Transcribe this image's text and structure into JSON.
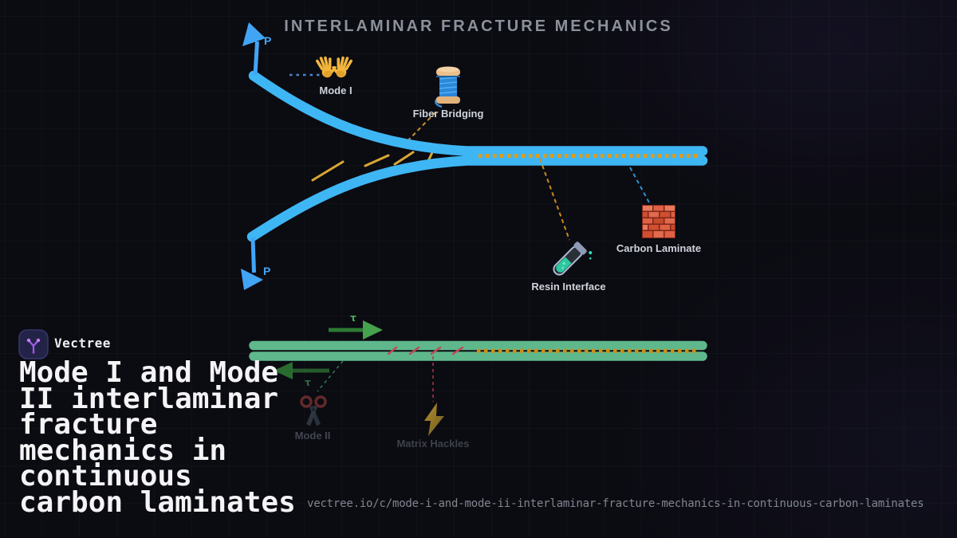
{
  "header": {
    "title": "INTERLAMINAR FRACTURE MECHANICS"
  },
  "mode1": {
    "load_label_top": "P",
    "load_label_bottom": "P",
    "mode_label": "Mode I",
    "fiber_bridging_label": "Fiber Bridging",
    "resin_interface_label": "Resin Interface",
    "carbon_laminate_label": "Carbon Laminate",
    "icons": [
      "open-hands-icon",
      "thread-spool-icon",
      "test-tube-icon",
      "brick-wall-icon"
    ]
  },
  "mode2": {
    "shear_label_top": "τ",
    "shear_label_bottom": "τ",
    "mode_label": "Mode II",
    "matrix_hackles_label": "Matrix Hackles",
    "icons": [
      "scissors-icon",
      "lightning-icon"
    ]
  },
  "brand": {
    "name": "Vectree",
    "logo": "vectree-branch-icon"
  },
  "heading": {
    "full_text": "Mode I and Mode II interlaminar fracture mechanics in continuous carbon laminates",
    "lines": [
      "Mode I and Mode",
      "II interlaminar",
      "fracture",
      "mechanics in",
      "continuous",
      "carbon laminates"
    ]
  },
  "footer": {
    "url": "vectree.io/c/mode-i-and-mode-ii-interlaminar-fracture-mechanics-in-continuous-carbon-laminates"
  },
  "colors": {
    "background": "#0b0b12",
    "beam_blue": "#3eb6f3",
    "accent_blue": "#42a4f5",
    "interface_orange": "#e09b1a",
    "bridging_yellow": "#d9a733",
    "bar_green": "#5fb88c",
    "arrow_green": "#46a24c",
    "hackle_red": "#bf4a55",
    "label_gray": "#ced3db",
    "dim_label_gray": "#42474f",
    "title_gray": "#8b919b",
    "brand_purple": "#a05ce8"
  }
}
